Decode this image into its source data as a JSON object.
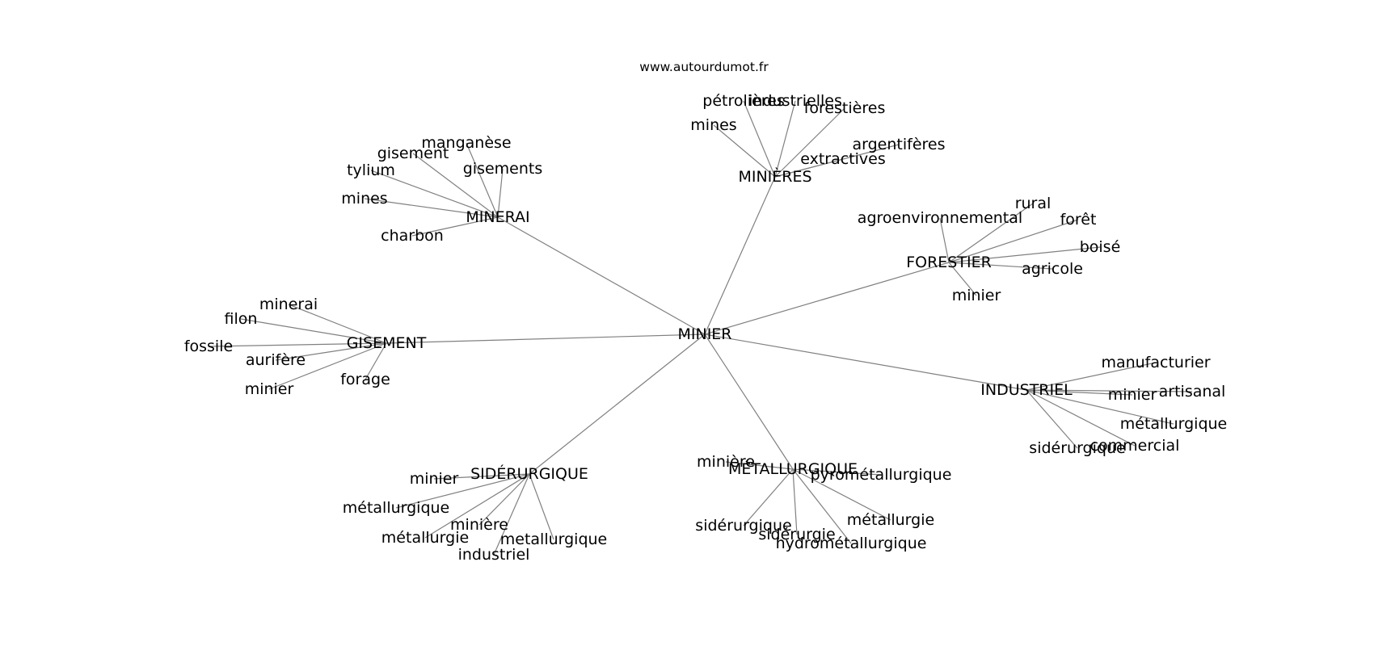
{
  "watermark": "www.autourdumot.fr",
  "graph": {
    "root": "MINIER",
    "groups": [
      {
        "hub": "MINIÈRES",
        "leaves": [
          "mines",
          "pétrolières",
          "industrielles",
          "forestières",
          "argentifères",
          "extractives"
        ]
      },
      {
        "hub": "MINERAI",
        "leaves": [
          "manganèse",
          "gisement",
          "tylium",
          "gisements",
          "mines",
          "charbon"
        ]
      },
      {
        "hub": "FORESTIER",
        "leaves": [
          "rural",
          "agroenvironnemental",
          "forêt",
          "boisé",
          "agricole",
          "minier"
        ]
      },
      {
        "hub": "GISEMENT",
        "leaves": [
          "minerai",
          "filon",
          "fossile",
          "aurifère",
          "minier",
          "forage"
        ]
      },
      {
        "hub": "INDUSTRIEL",
        "leaves": [
          "manufacturier",
          "minier",
          "artisanal",
          "métallurgique",
          "sidérurgique",
          "commercial"
        ]
      },
      {
        "hub": "SIDÉRURGIQUE",
        "leaves": [
          "minier",
          "métallurgique",
          "minière",
          "métallurgie",
          "metallurgique",
          "industriel"
        ]
      },
      {
        "hub": "MÉTALLURGIQUE",
        "leaves": [
          "minière",
          "pyrométallurgique",
          "sidérurgique",
          "métallurgie",
          "sidérurgie",
          "hydrométallurgique"
        ]
      }
    ]
  }
}
